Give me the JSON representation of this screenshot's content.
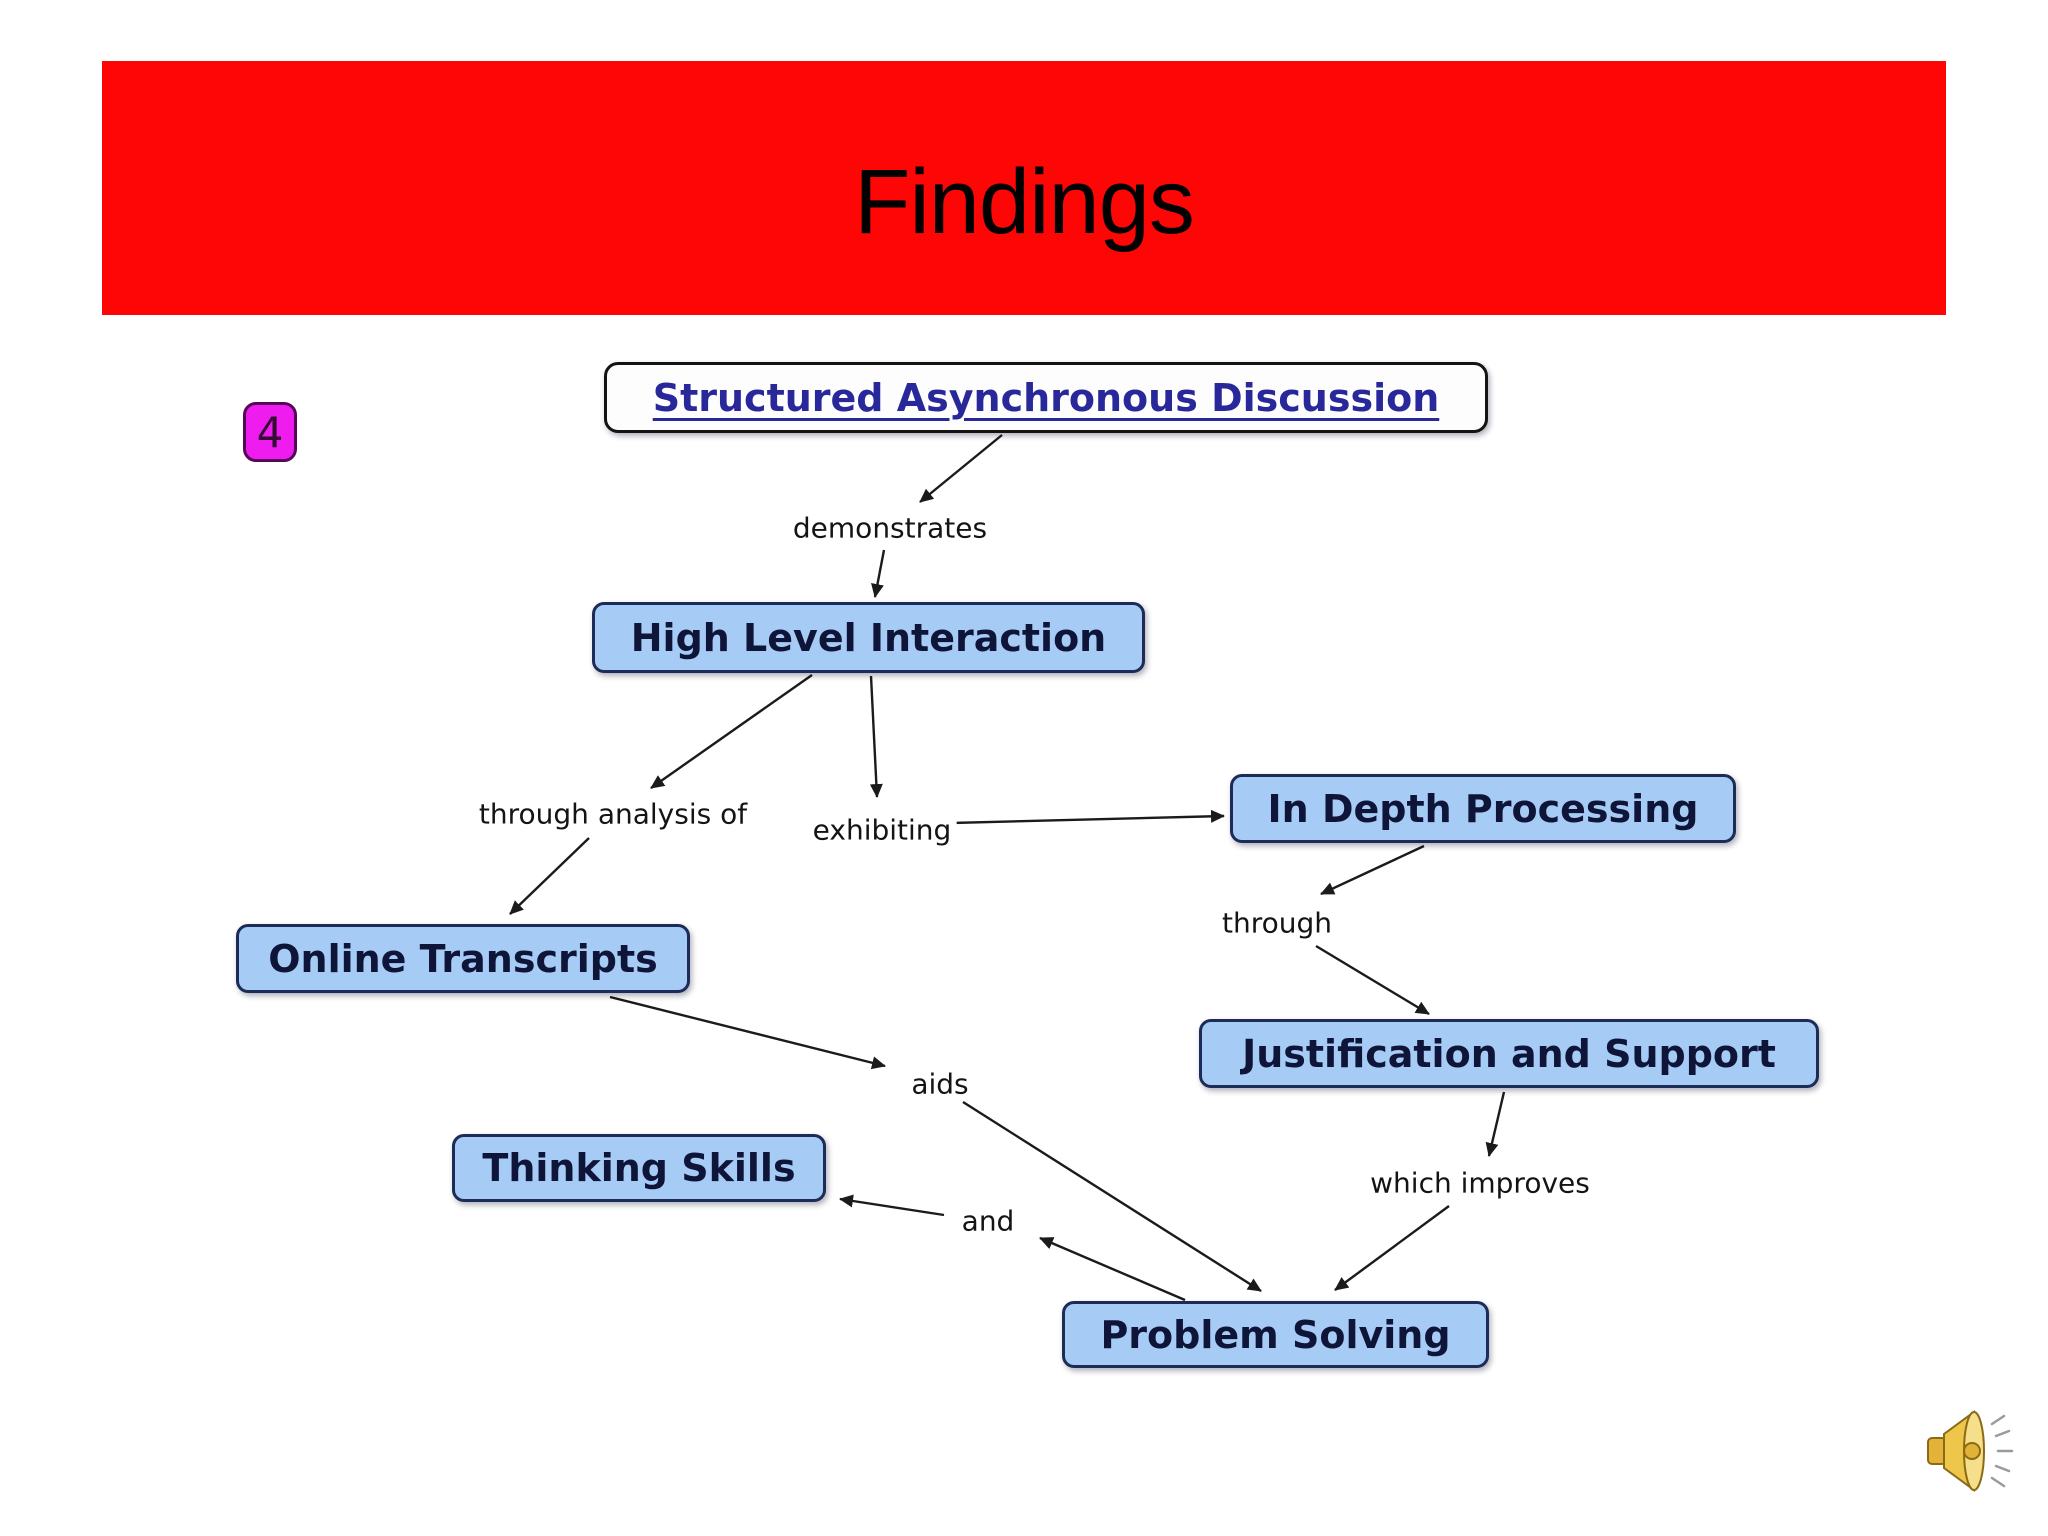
{
  "slide": {
    "banner": {
      "title": "Findings",
      "background": "#ff0606",
      "text_color": "#000000"
    },
    "page_number": "4",
    "page_number_color": "#ee1cee",
    "background": "#ffffff"
  },
  "concept_map": {
    "colors": {
      "node_fill": "#a6cbf5",
      "node_border": "#1d2b57",
      "node_text": "#0f1538",
      "root_text": "#28289b",
      "arrow": "#1b1b1b"
    },
    "root": {
      "label": "Structured Asynchronous Discussion"
    },
    "nodes": [
      {
        "id": "high-level-interaction",
        "label": "High Level Interaction"
      },
      {
        "id": "in-depth-processing",
        "label": "In Depth Processing"
      },
      {
        "id": "online-transcripts",
        "label": "Online Transcripts"
      },
      {
        "id": "justification-and-support",
        "label": "Justification and Support"
      },
      {
        "id": "thinking-skills",
        "label": "Thinking Skills"
      },
      {
        "id": "problem-solving",
        "label": "Problem Solving"
      }
    ],
    "link_labels": [
      {
        "id": "demonstrates",
        "text": "demonstrates"
      },
      {
        "id": "through-analysis-of",
        "text": "through analysis of"
      },
      {
        "id": "exhibiting",
        "text": "exhibiting"
      },
      {
        "id": "through",
        "text": "through"
      },
      {
        "id": "aids",
        "text": "aids"
      },
      {
        "id": "and",
        "text": "and"
      },
      {
        "id": "which-improves",
        "text": "which improves"
      }
    ]
  },
  "icons": {
    "audio": "speaker-icon"
  }
}
